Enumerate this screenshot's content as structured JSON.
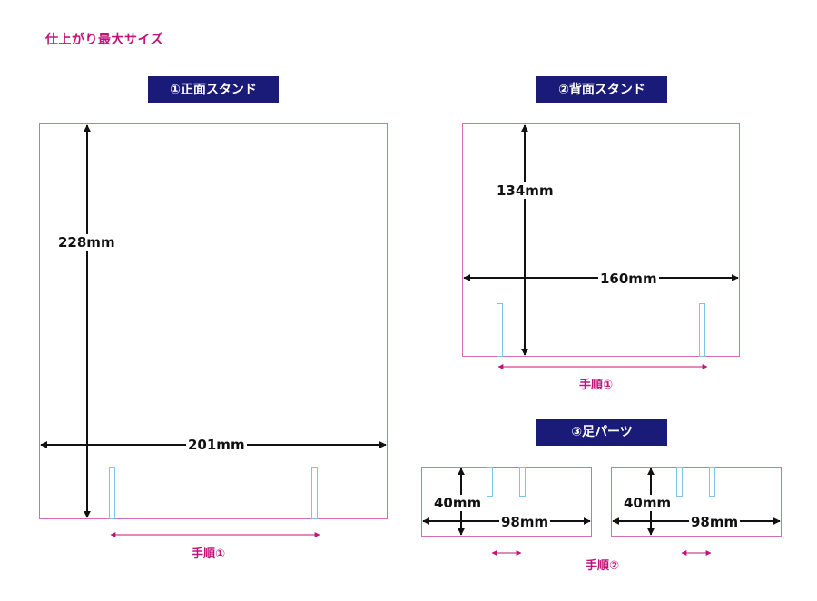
{
  "title": "仕上がり最大サイズ",
  "front": {
    "label": "①正面スタンド",
    "height": "228mm",
    "width": "201mm",
    "step": "手順①"
  },
  "back": {
    "label": "②背面スタンド",
    "height": "134mm",
    "width": "160mm",
    "step": "手順①"
  },
  "feet": {
    "label": "③足パーツ",
    "left": {
      "height": "40mm",
      "width": "98mm"
    },
    "right": {
      "height": "40mm",
      "width": "98mm"
    },
    "step": "手順②"
  },
  "colors": {
    "accent": "#c0147a",
    "label_bg": "#1a1a78",
    "panel_border": "#d26fb4",
    "slot_border": "#7fc4e4"
  }
}
